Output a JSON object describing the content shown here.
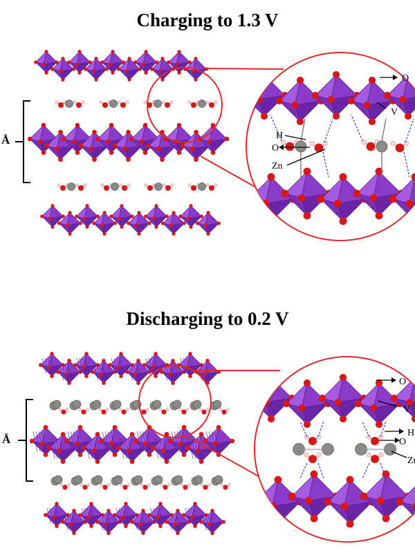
{
  "panels": [
    {
      "title": "Charging to 1.3 V",
      "bracket_label": "Å",
      "labels": {
        "o_top": "O",
        "v": "V",
        "h": "H",
        "o_water": "O",
        "zn": "Zn"
      }
    },
    {
      "title": "Discharging to 0.2 V",
      "bracket_label": "Å",
      "labels": {
        "o_top": "O",
        "v": "V",
        "h": "H",
        "o_water": "O",
        "zn": "Zn"
      }
    }
  ],
  "colors": {
    "octahedron": "#8a3cc8",
    "octahedron_dark": "#5a1e96",
    "oxygen": "#d81818",
    "zinc": "#8a8a86",
    "hydrogen": "#f3d8d8",
    "callout": "#e02a2a",
    "hbond": "#2c3cd8"
  },
  "icons": [
    "vanadium-oxide-octahedron",
    "oxygen-atom",
    "zinc-ion",
    "water-molecule"
  ]
}
